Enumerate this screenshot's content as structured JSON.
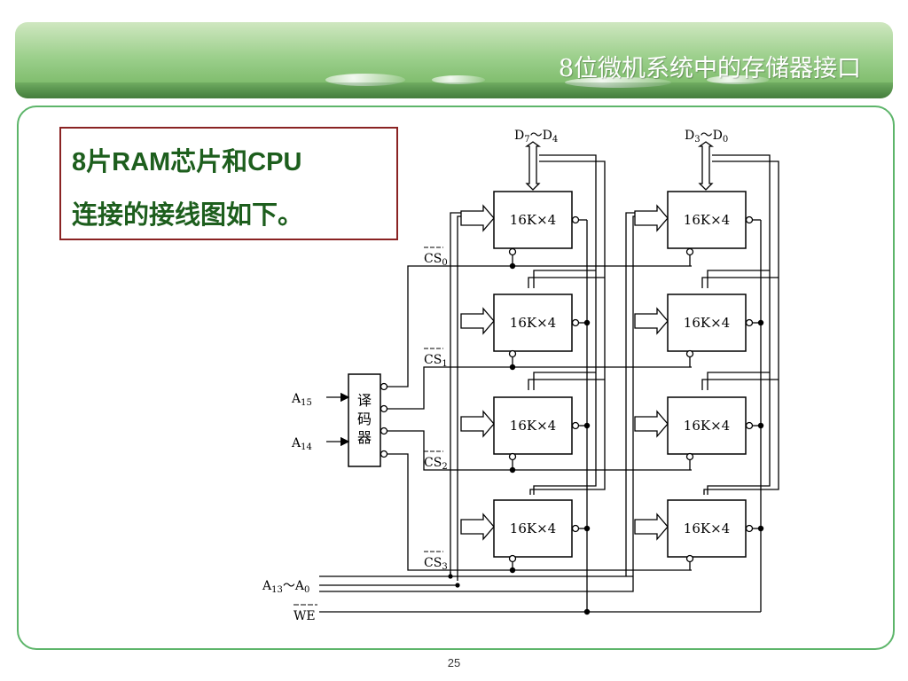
{
  "header": {
    "title": "8位微机系统中的存储器接口"
  },
  "textbox": {
    "line1": "8片RAM芯片和CPU",
    "line2": "连接的接线图如下。"
  },
  "diagram": {
    "bus_labels": {
      "high": {
        "main": "D",
        "sub1": "7",
        "mid": "～D",
        "sub2": "4"
      },
      "low": {
        "main": "D",
        "sub1": "3",
        "mid": "～D",
        "sub2": "0"
      }
    },
    "chip_label": "16K×4",
    "cs_labels": [
      {
        "main": "CS",
        "sub": "0"
      },
      {
        "main": "CS",
        "sub": "1"
      },
      {
        "main": "CS",
        "sub": "2"
      },
      {
        "main": "CS",
        "sub": "3"
      }
    ],
    "decoder_chars": [
      "译",
      "码",
      "器"
    ],
    "inputs": [
      {
        "main": "A",
        "sub": "15"
      },
      {
        "main": "A",
        "sub": "14"
      }
    ],
    "addr_bus": {
      "main": "A",
      "sub1": "13",
      "mid": "～A",
      "sub2": "0"
    },
    "we_label": "WE"
  },
  "footer": {
    "page_number": "25"
  },
  "colors": {
    "accent_green": "#5db56a",
    "text_green": "#1d5e1d",
    "box_border": "#8a2323"
  }
}
